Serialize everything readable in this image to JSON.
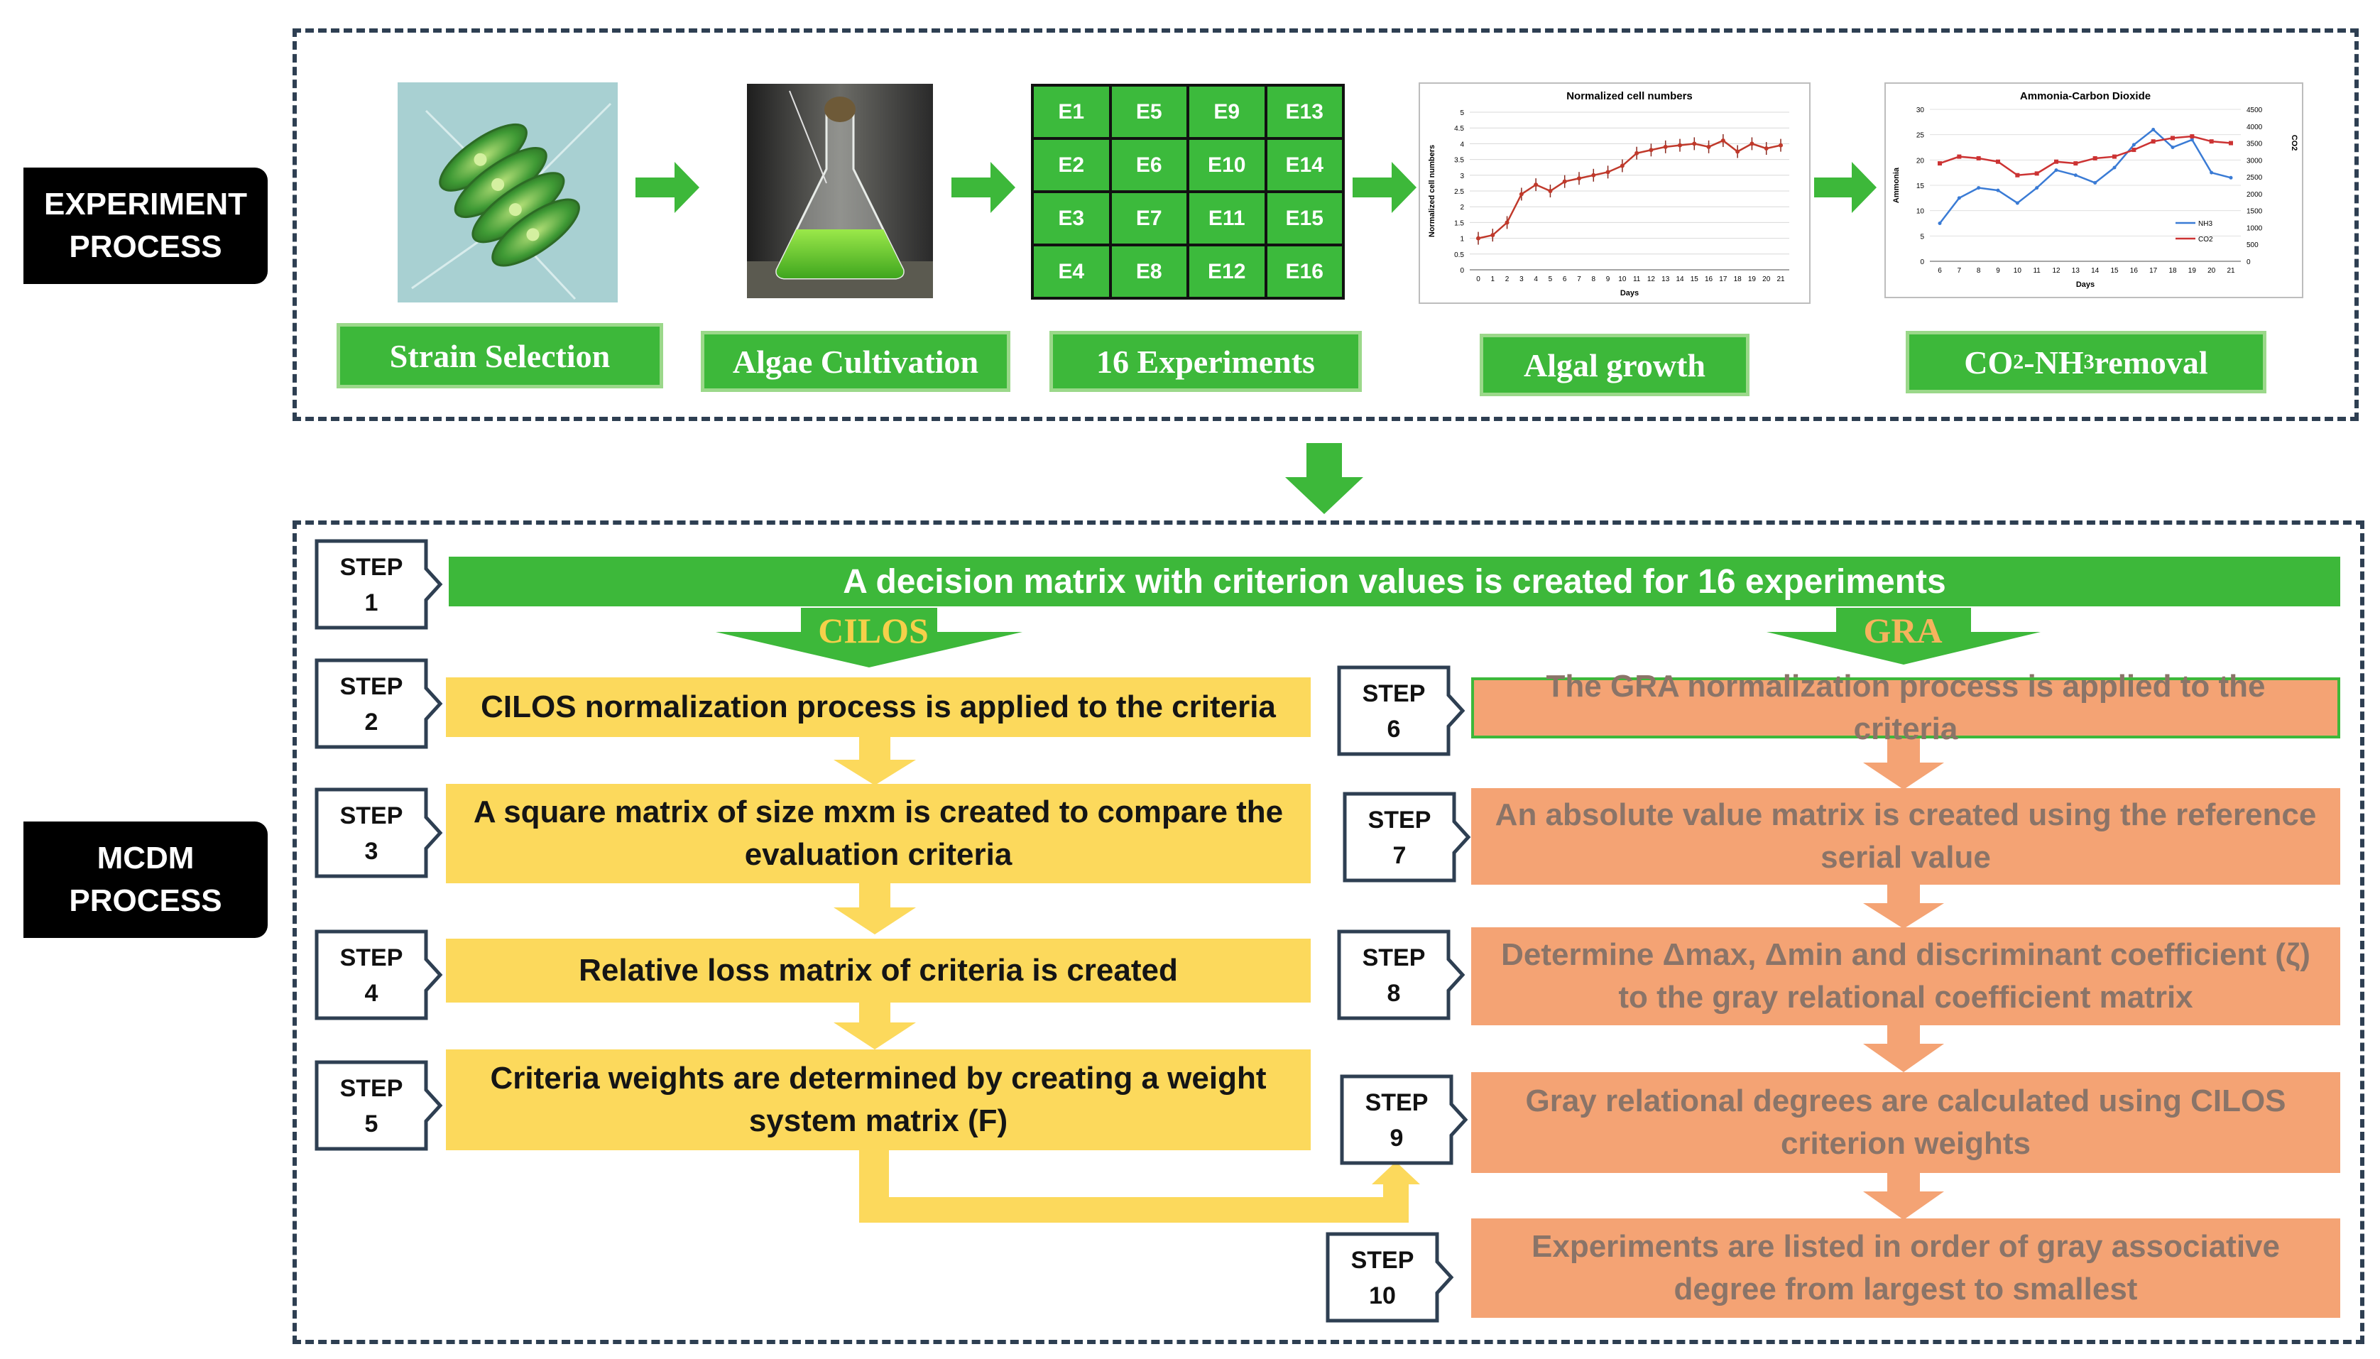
{
  "experiment_label": "EXPERIMENT\nPROCESS",
  "mcdm_label": "MCDM\nPROCESS",
  "experiment_stages": [
    {
      "label": "Strain Selection"
    },
    {
      "label": "Algae Cultivation"
    },
    {
      "label": "16 Experiments"
    },
    {
      "label": "Algal growth"
    },
    {
      "label_main": "CO",
      "sub1": "2",
      "mid": "-NH",
      "sub2": "3",
      "tail": " removal"
    }
  ],
  "experiment_ids": [
    "E1",
    "E5",
    "E9",
    "E13",
    "E2",
    "E6",
    "E10",
    "E14",
    "E3",
    "E7",
    "E11",
    "E15",
    "E4",
    "E8",
    "E12",
    "E16"
  ],
  "step1_text": "A decision matrix with criterion values is created for 16 experiments",
  "cilos_label": "CILOS",
  "gra_label": "GRA",
  "cilos_steps": [
    {
      "step": "STEP",
      "num": "2",
      "text": "CILOS normalization process is applied to the criteria"
    },
    {
      "step": "STEP",
      "num": "3",
      "text": "A square matrix of size mxm is created to compare the evaluation criteria"
    },
    {
      "step": "STEP",
      "num": "4",
      "text": "Relative loss matrix of criteria is created"
    },
    {
      "step": "STEP",
      "num": "5",
      "text": "Criteria weights are determined by creating a weight system matrix (F)"
    }
  ],
  "gra_steps": [
    {
      "step": "STEP",
      "num": "6",
      "text": "The GRA normalization process is applied to the criteria"
    },
    {
      "step": "STEP",
      "num": "7",
      "text": "An absolute value matrix is created using the reference serial value"
    },
    {
      "step": "STEP",
      "num": "8",
      "text": "Determine Δmax, Δmin and discriminant coefficient (ζ) to the gray relational coefficient matrix"
    },
    {
      "step": "STEP",
      "num": "9",
      "text": "Gray relational degrees are calculated using CILOS criterion weights"
    },
    {
      "step": "STEP",
      "num": "10",
      "text": "Experiments are listed in order of gray associative degree from largest to smallest"
    }
  ],
  "step1": {
    "step": "STEP",
    "num": "1"
  },
  "colors": {
    "green": "#3db83a",
    "yellow": "#fcd95c",
    "orange": "#f4a374",
    "frame": "#2e3f52"
  },
  "chart_data": [
    {
      "type": "line",
      "title": "Normalized cell numbers",
      "xlabel": "Days",
      "ylabel": "Normalized cell numbers",
      "ylim": [
        0,
        5
      ],
      "yticks": [
        "0",
        "0.5",
        "1",
        "1.5",
        "2",
        "2.5",
        "3",
        "3.5",
        "4",
        "4.5",
        "5"
      ],
      "x": [
        0,
        1,
        2,
        3,
        4,
        5,
        6,
        7,
        8,
        9,
        10,
        11,
        12,
        13,
        14,
        15,
        16,
        17,
        18,
        19,
        20,
        21
      ],
      "series": [
        {
          "values": [
            1.0,
            1.1,
            1.5,
            2.4,
            2.7,
            2.5,
            2.8,
            2.9,
            3.0,
            3.1,
            3.3,
            3.7,
            3.8,
            3.9,
            3.95,
            4.0,
            3.9,
            4.1,
            3.75,
            4.0,
            3.85,
            3.95
          ]
        }
      ]
    },
    {
      "type": "line",
      "title": "Ammonia-Carbon Dioxide",
      "xlabel": "Days",
      "ylabel": "Ammonia",
      "y2label": "CO2",
      "ylim": [
        0,
        30
      ],
      "y2lim": [
        0,
        4500
      ],
      "yticks": [
        "0",
        "5",
        "10",
        "15",
        "20",
        "25",
        "30"
      ],
      "y2ticks": [
        "0",
        "500",
        "1000",
        "1500",
        "2000",
        "2500",
        "3000",
        "3500",
        "4000",
        "4500"
      ],
      "x": [
        6,
        7,
        8,
        9,
        10,
        11,
        12,
        13,
        14,
        15,
        16,
        17,
        18,
        19,
        20,
        21
      ],
      "series": [
        {
          "name": "NH3",
          "axis": "left",
          "color": "#3a7bd5",
          "values": [
            7.5,
            12.5,
            14.5,
            14,
            11.5,
            14.5,
            18,
            17,
            15.5,
            18.5,
            23,
            26,
            22.5,
            24,
            17.5,
            16.5
          ]
        },
        {
          "name": "CO2",
          "axis": "right",
          "color": "#cc3333",
          "values": [
            2900,
            3100,
            3050,
            2950,
            2550,
            2600,
            2950,
            2900,
            3050,
            3100,
            3300,
            3550,
            3650,
            3700,
            3550,
            3500
          ]
        }
      ]
    }
  ]
}
